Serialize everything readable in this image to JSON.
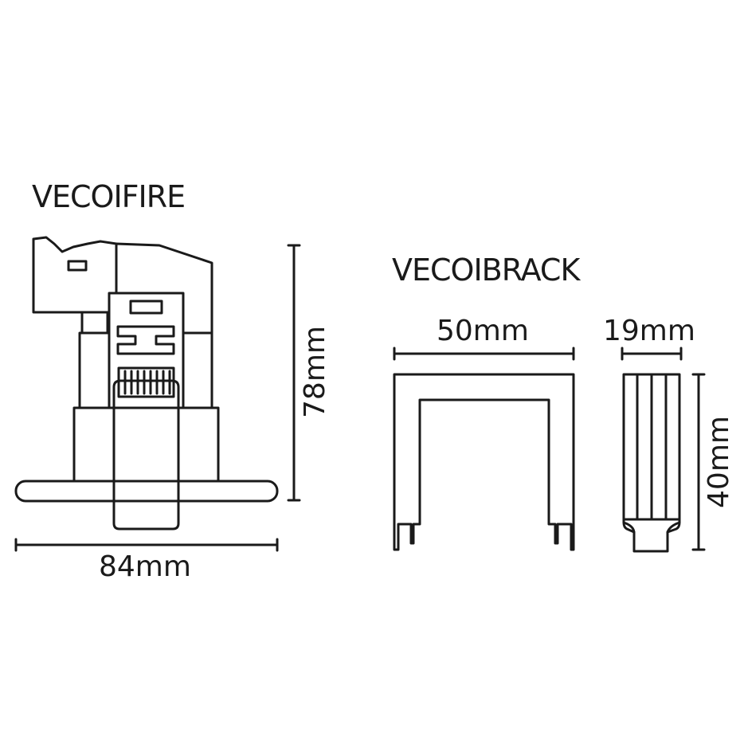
{
  "products": {
    "fire": {
      "name": "VECOIFIRE",
      "width_label": "84mm",
      "height_label": "78mm"
    },
    "bracket": {
      "name": "VECOIBRACK",
      "width_label": "50mm",
      "depth_label": "19mm",
      "height_label": "40mm"
    }
  },
  "colors": {
    "line": "#1a1a1a",
    "background": "#ffffff"
  }
}
